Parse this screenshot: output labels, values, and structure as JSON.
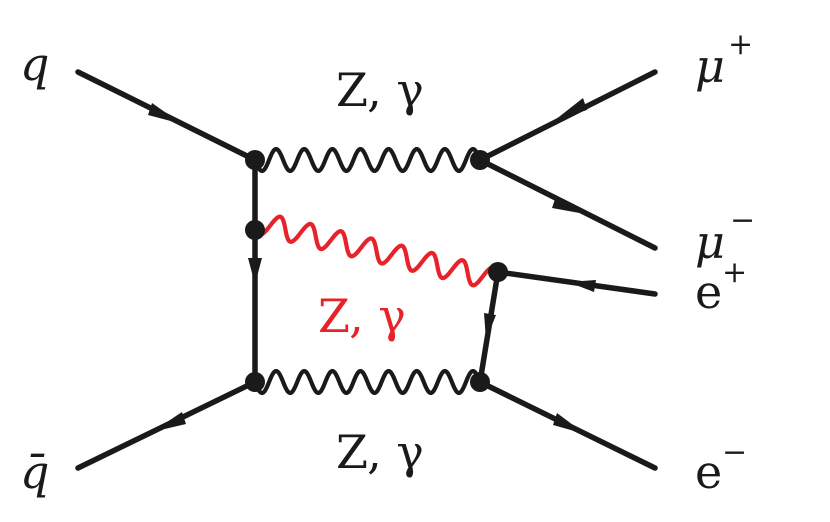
{
  "labels": {
    "quark": "q",
    "antiquark": "q̄",
    "mu_plus": "μ",
    "mu_plus_charge": "+",
    "mu_minus": "μ",
    "mu_minus_charge": "−",
    "e_plus": "e",
    "e_plus_charge": "+",
    "e_minus": "e",
    "e_minus_charge": "−",
    "boson_top": "Z, γ",
    "boson_middle": "Z, γ",
    "boson_bottom": "Z, γ"
  },
  "colors": {
    "ink": "#1a1a1a",
    "highlight": "#e8222a"
  }
}
